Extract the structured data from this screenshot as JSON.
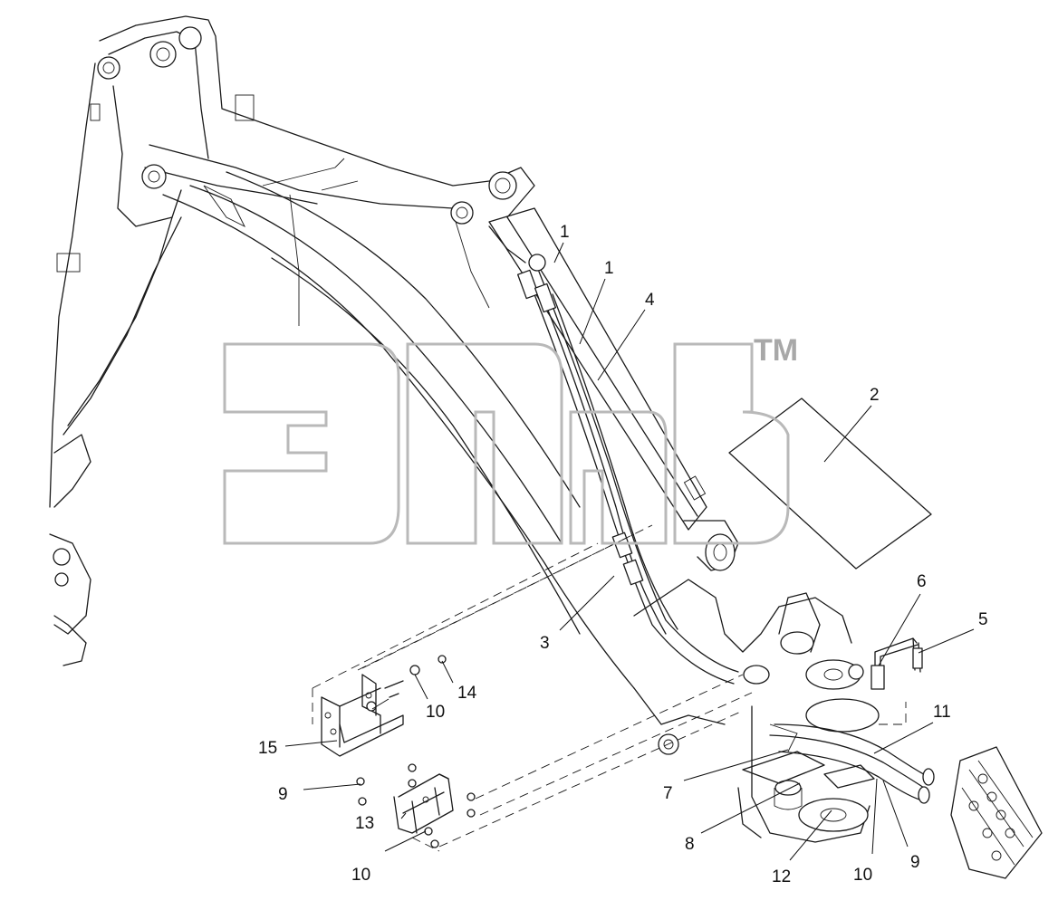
{
  "watermark": {
    "trademark": "TM"
  },
  "callouts": [
    {
      "id": "c1a",
      "label": "1"
    },
    {
      "id": "c1b",
      "label": "1"
    },
    {
      "id": "c2",
      "label": "2"
    },
    {
      "id": "c3",
      "label": "3"
    },
    {
      "id": "c4",
      "label": "4"
    },
    {
      "id": "c5",
      "label": "5"
    },
    {
      "id": "c6",
      "label": "6"
    },
    {
      "id": "c7",
      "label": "7"
    },
    {
      "id": "c8",
      "label": "8"
    },
    {
      "id": "c9a",
      "label": "9"
    },
    {
      "id": "c9b",
      "label": "9"
    },
    {
      "id": "c10a",
      "label": "10"
    },
    {
      "id": "c10b",
      "label": "10"
    },
    {
      "id": "c10c",
      "label": "10"
    },
    {
      "id": "c11",
      "label": "11"
    },
    {
      "id": "c12",
      "label": "12"
    },
    {
      "id": "c13",
      "label": "13"
    },
    {
      "id": "c14",
      "label": "14"
    },
    {
      "id": "c15",
      "label": "15"
    }
  ],
  "colors": {
    "line": "#1a1a1a",
    "watermark": "#b9b9b9",
    "background": "#ffffff"
  }
}
